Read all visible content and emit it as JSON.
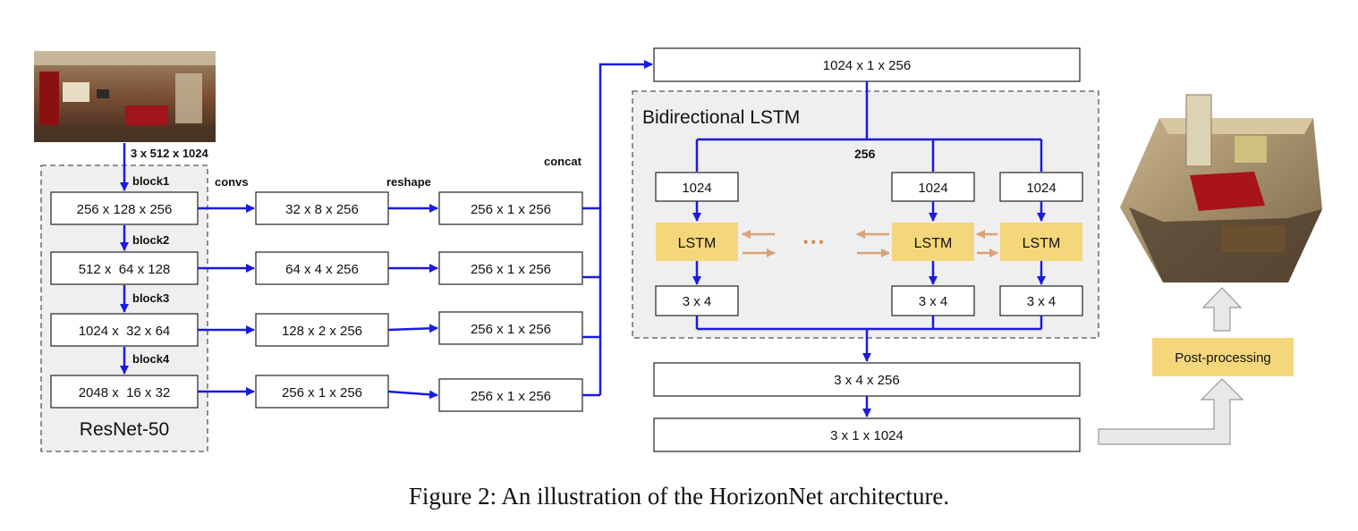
{
  "diagram": {
    "input_label": "3 x 512 x 1024",
    "encoder": {
      "name": "ResNet-50",
      "blocks": [
        "block1",
        "block2",
        "block3",
        "block4"
      ],
      "features": [
        "256 x 128 x 256",
        "512 x  64 x 128",
        "1024 x  32 x 64",
        "2048 x  16 x 32"
      ]
    },
    "convs_label": "convs",
    "conv_outputs": [
      "32 x 8 x 256",
      "64 x 4 x 256",
      "128 x 2 x 256",
      "256 x 1 x 256"
    ],
    "reshape_label": "reshape",
    "reshape_outputs": [
      "256 x 1 x 256",
      "256 x 1 x 256",
      "256 x 1 x 256",
      "256 x 1 x 256"
    ],
    "concat_label": "concat",
    "concat_output": "1024 x 1 x 256",
    "lstm_block": {
      "title": "Bidirectional LSTM",
      "steps_label": "256",
      "input_dim": "1024",
      "cell": "LSTM",
      "output_dim": "3 x 4",
      "ellipsis": "···"
    },
    "stack_output": "3 x 4 x 256",
    "final_output": "3 x 1 x 1024",
    "postprocess": "Post-processing",
    "colors": {
      "arrow": "#1a1ae0",
      "lstm_fill": "#f5d77b",
      "bidir_arrow": "#d9a37a",
      "panel_fill": "#efefef",
      "hollow_arrow_fill": "#e8e8e8"
    }
  },
  "caption": "Figure 2: An illustration of the HorizonNet architecture."
}
